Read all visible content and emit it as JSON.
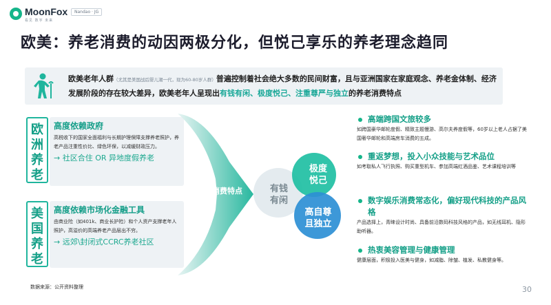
{
  "header": {
    "logo_name": "MoonFox",
    "logo_sub": "看见 数字 未来",
    "logo_tag": "Nandao · JG"
  },
  "title": "欧美：养老消费的动因两极分化，但悦己享乐的养老理念趋同",
  "intro": {
    "icon": "elderly-person-icon",
    "part1": "欧美老年人群",
    "note": "（尤其是美国战后婴儿潮一代，现为60-80岁人群）",
    "part2": "普遍控制着社会绝大多数的民间财富，且与亚洲国家在家庭观念、养老金体制、经济发展阶段的存在较大差异，欧美老年人呈现出",
    "highlight": "有钱有闲、极度悦己、注重尊严与独立",
    "part3": "的养老消费特点"
  },
  "europe": {
    "label": [
      "欧",
      "洲",
      "养",
      "老"
    ],
    "title": "高度依赖政府",
    "desc": "高税收下的国家全面福利与长期护理保障支撑养老照护，养老产品注重性价比、绿色环保，以减缓财政压力。",
    "arrow_text": "→ 社区合住 OR 异地度假养老"
  },
  "usa": {
    "label": [
      "美",
      "国",
      "养",
      "老"
    ],
    "title": "高度依赖市场化金融工具",
    "desc": "由商业险（如401k、商业长护险）和个人资产支撑老年人照护，高溢价的高端养老产品层出不穷。",
    "arrow_text": "→ 远郊\\封闭式CCRC养老社区"
  },
  "chevron_label": "消费特点",
  "venn": {
    "a": [
      "有钱",
      "有闲"
    ],
    "b": [
      "极度",
      "悦己"
    ],
    "c": [
      "高自尊",
      "且独立"
    ],
    "colors": {
      "a": "#e3eaee",
      "b": "#1fbfa3",
      "c": "#2d8fd5"
    }
  },
  "right_list": [
    {
      "head": "高端跨国文旅较多",
      "desc": "如跨国豪华邮轮度假、精致主题慢游、高尔夫养度假等，60岁以上老人占据了美国奢华邮轮和高端房车消费的五成。"
    },
    {
      "head": "重返梦想，投入小众技能与艺术品位",
      "desc": "如考取私人飞行执照、购买重型机车、参加高端红酒品鉴、艺术课程培训等"
    },
    {
      "head": "数字娱乐消费常态化，偏好现代科技的产品风格",
      "desc": "产品选择上，青睐设计时尚、具备前沿数码科技风格的产品，如无线耳机、隐形助听器。"
    },
    {
      "head": "热衷美容管理与健康管理",
      "desc": "健康层面，积极投入医美与健身，如减脂、除皱、植发、私教健身等。"
    }
  ],
  "source": "数据来源：公开资料整理",
  "page_number": "30"
}
